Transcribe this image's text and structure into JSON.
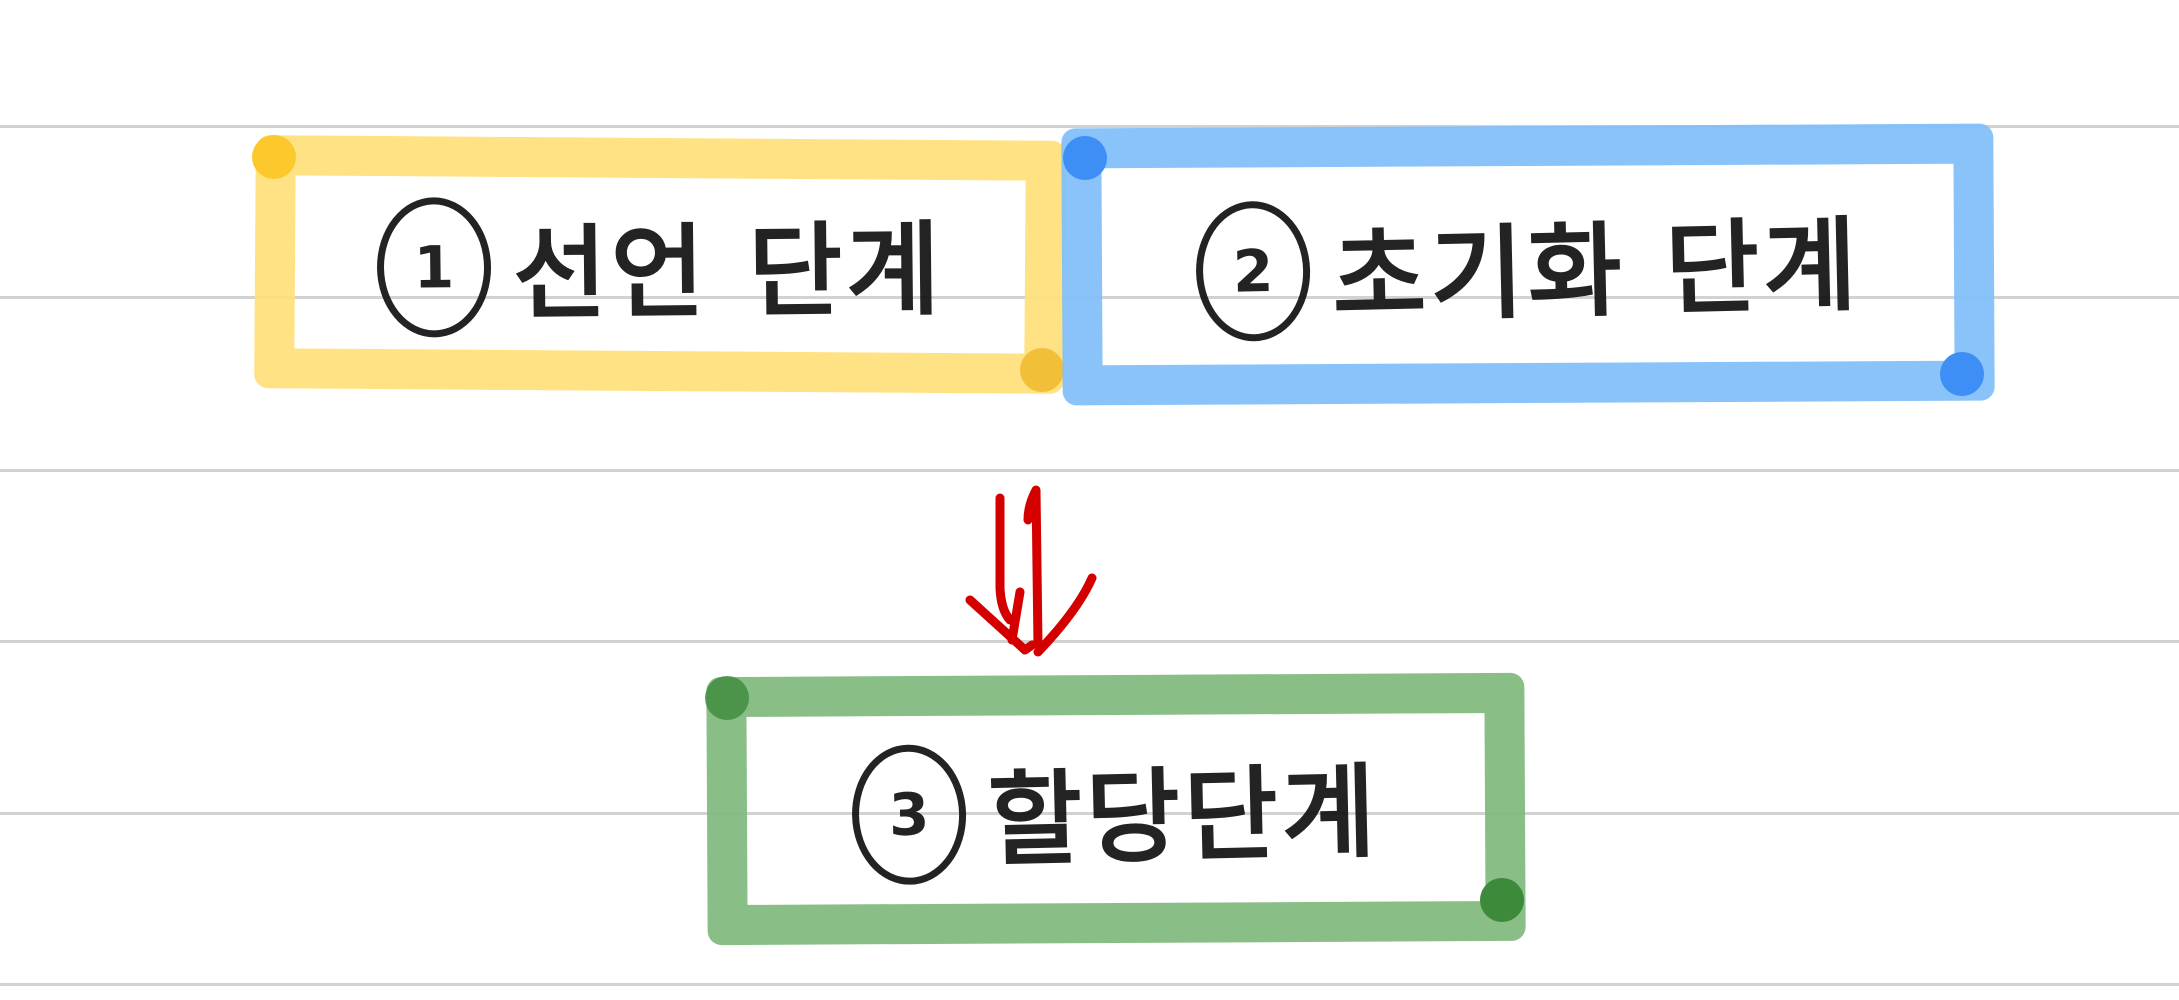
{
  "colors": {
    "ruled_line": "#d2d2d2",
    "ink": "#111111",
    "arrow": "#d40000",
    "step1_highlight": "#ffe07a",
    "step1_corner": "#fcc82c",
    "step2_highlight": "#7fbefa",
    "step2_corner": "#3d8ff5",
    "step3_highlight": "#7fba7d",
    "step3_corner": "#3c8a3a"
  },
  "steps": [
    {
      "number": "1",
      "label": "선언 단계"
    },
    {
      "number": "2",
      "label": "초기화 단계"
    },
    {
      "number": "3",
      "label": "할당단계"
    }
  ],
  "arrow": {
    "icon": "double-down-arrow-icon"
  }
}
